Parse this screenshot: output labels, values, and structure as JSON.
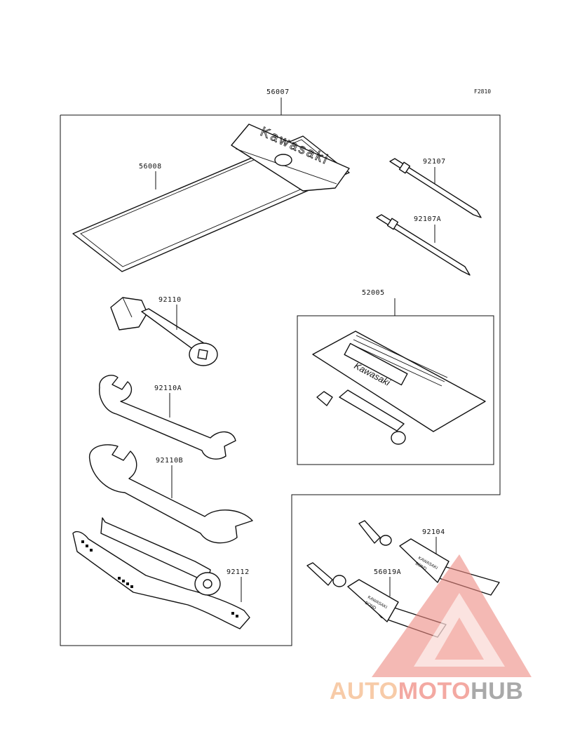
{
  "figure_code": "F2810",
  "parts": {
    "kit": "56007",
    "manual_case": "56008",
    "screwdriver_1": "92107",
    "screwdriver_2": "92107A",
    "plug_wrench": "92110",
    "wrench_small": "92110A",
    "wrench_large": "92110B",
    "pliers": "92112",
    "repair_kit": "52005",
    "bond_1": "92104",
    "bond_2": "56019A"
  },
  "printed_text": {
    "case_brand": "Kawasaki",
    "repair_kit_brand": "Kawasaki",
    "bond_brand": "KAWASAKI",
    "bond_word": "BOND"
  },
  "watermark": {
    "part1": "AUTO",
    "part2": "MOTO",
    "part3": "HUB",
    "colors": {
      "auto": "#f6c39a",
      "moto": "#f29b92",
      "hub": "#9b9b9b",
      "triangle": "#ee8a82"
    }
  }
}
